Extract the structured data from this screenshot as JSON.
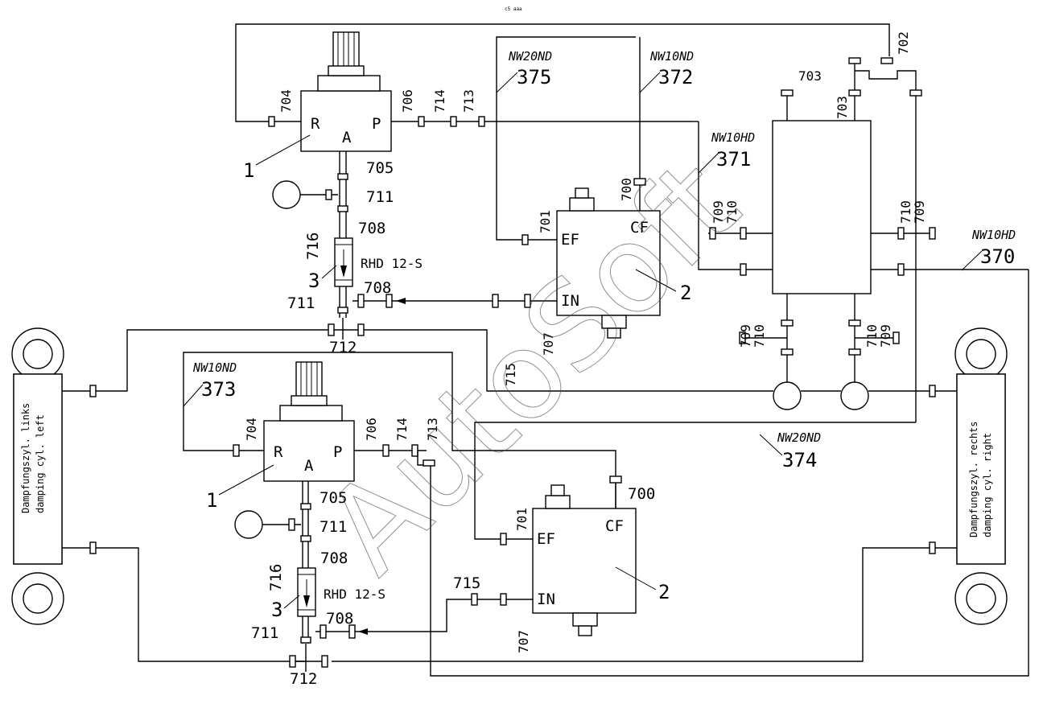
{
  "header": {
    "small_text": "c5 aaa"
  },
  "watermark": "AutoSoft",
  "valves": {
    "upper": {
      "port_r": "R",
      "port_a": "A",
      "port_p": "P",
      "ref": "1"
    },
    "lower": {
      "port_r": "R",
      "port_a": "A",
      "port_p": "P",
      "ref": "1"
    }
  },
  "flow_blocks": {
    "upper": {
      "port_ef": "EF",
      "port_cf": "CF",
      "port_in": "IN",
      "ref": "2"
    },
    "lower": {
      "port_ef": "EF",
      "port_cf": "CF",
      "port_in": "IN",
      "ref": "2"
    }
  },
  "check_valves": {
    "upper": {
      "label": "RHD 12-S",
      "ref": "3"
    },
    "lower": {
      "label": "RHD 12-S",
      "ref": "3"
    }
  },
  "hoses": {
    "h375": {
      "spec": "NW20ND",
      "num": "375"
    },
    "h372": {
      "spec": "NW10ND",
      "num": "372"
    },
    "h371": {
      "spec": "NW10HD",
      "num": "371"
    },
    "h370": {
      "spec": "NW10HD",
      "num": "370"
    },
    "h373": {
      "spec": "NW10ND",
      "num": "373"
    },
    "h374": {
      "spec": "NW20ND",
      "num": "374"
    }
  },
  "cylinders": {
    "left": {
      "line1": "Dampfungszyl. links",
      "line2": "damping cyl. left"
    },
    "right": {
      "line1": "Dampfungszyl. rechts",
      "line2": "damping cyl. right"
    }
  },
  "parts": {
    "p704a": "704",
    "p706a": "706",
    "p714a": "714",
    "p713a": "713",
    "p705a": "705",
    "p711a": "711",
    "p708a": "708",
    "p716a": "716",
    "p711b": "711",
    "p708b": "708",
    "p712a": "712",
    "p701a": "701",
    "p700a": "700",
    "p707a": "707",
    "p715a": "715",
    "p703a": "703",
    "p703b": "703",
    "p702a": "702",
    "p709a": "709",
    "p710a": "710",
    "p710b": "710",
    "p709b": "709",
    "p709c": "709",
    "p710c": "710",
    "p710d": "710",
    "p709d": "709",
    "p704b": "704",
    "p706b": "706",
    "p714b": "714",
    "p713b": "713",
    "p705b": "705",
    "p711c": "711",
    "p708c": "708",
    "p716b": "716",
    "p711d": "711",
    "p708d": "708",
    "p712b": "712",
    "p701b": "701",
    "p700b": "700",
    "p715b": "715",
    "p707b": "707"
  }
}
